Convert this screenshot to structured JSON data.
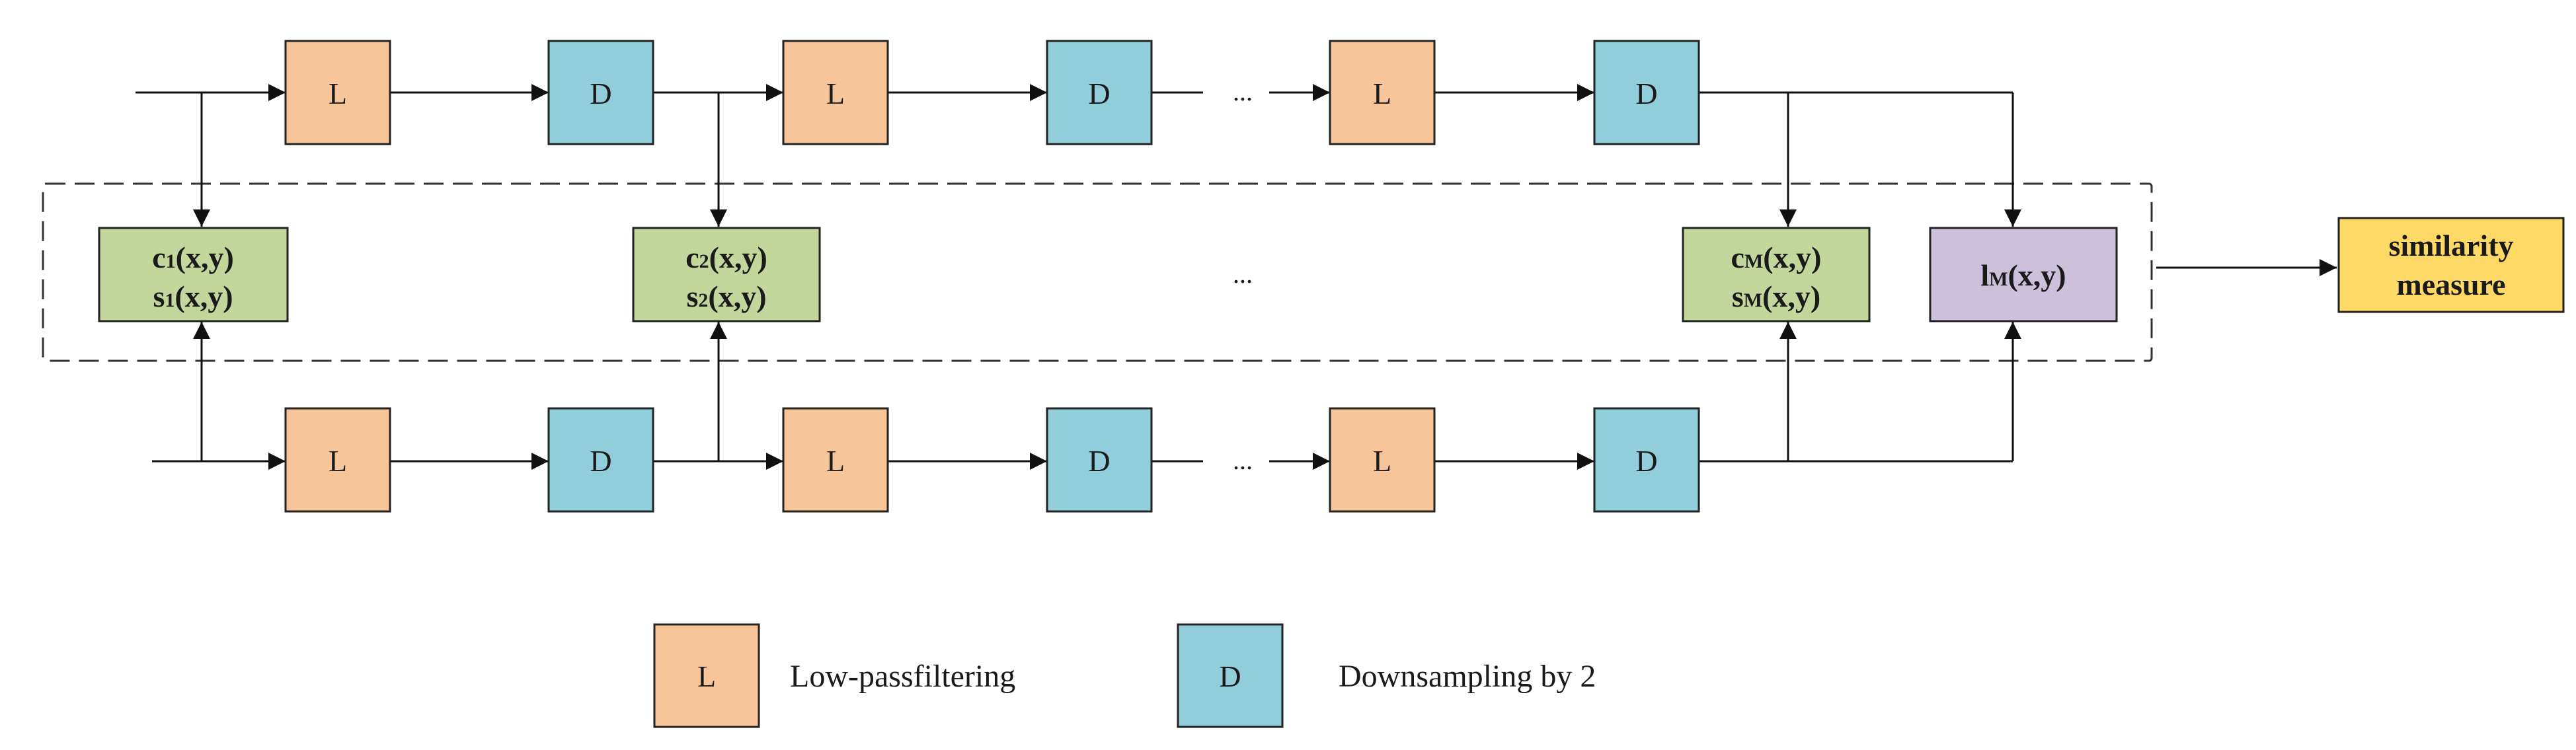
{
  "colors": {
    "lowpass": "#F8C59B",
    "downsample": "#92CDDC",
    "cs_block": "#C3D69B",
    "l_block": "#CCC0DA",
    "similarity": "#FFD966"
  },
  "blocks": {
    "lowpass_label": "L",
    "downsample_label": "D",
    "ellipsis": "..."
  },
  "cs_blocks": [
    {
      "line1": "c",
      "sub1": "1",
      "rest1": "(x,y)",
      "line2": "s",
      "sub2": "1",
      "rest2": "(x,y)"
    },
    {
      "line1": "c",
      "sub1": "2",
      "rest1": "(x,y)",
      "line2": "s",
      "sub2": "2",
      "rest2": "(x,y)"
    },
    {
      "line1": "c",
      "sub1": "M",
      "rest1": "(x,y)",
      "line2": "s",
      "sub2": "M",
      "rest2": "(x,y)"
    }
  ],
  "l_block": {
    "base": "l",
    "sub": "M",
    "rest": "(x,y)"
  },
  "similarity": {
    "line1": "similarity",
    "line2": "measure"
  },
  "legend": {
    "lowpass_symbol": "L",
    "lowpass_text": "Low-passfiltering",
    "downsample_symbol": "D",
    "downsample_text": "Downsampling by 2"
  }
}
